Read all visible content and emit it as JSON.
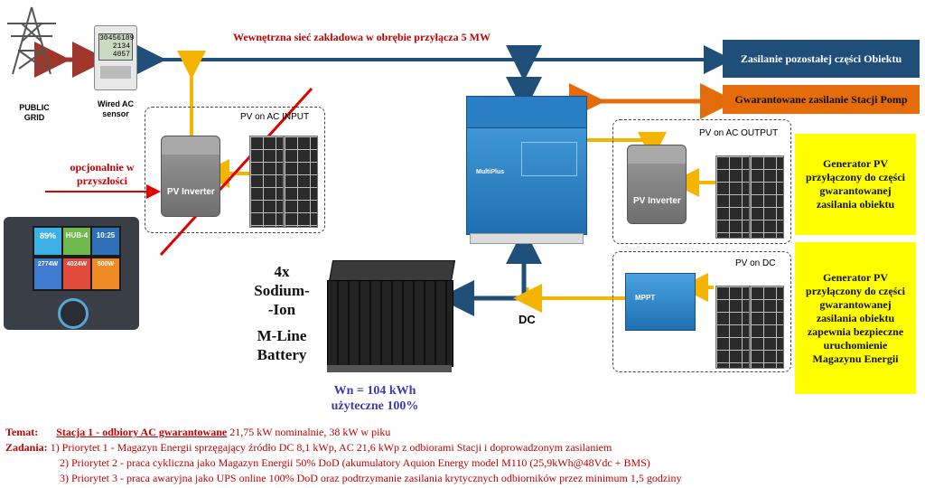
{
  "labels": {
    "public_grid": "PUBLIC GRID",
    "wired_ac_sensor": "Wired AC sensor",
    "meter_line1": "30456189",
    "meter_line2": "2134",
    "meter_line3": "4057",
    "internal_network": "Wewnętrzna sieć zakładowa w obrębie przyłącza 5 MW",
    "pv_ac_input": "PV on AC INPUT",
    "pv_ac_output": "PV on AC OUTPUT",
    "pv_dc": "PV on DC",
    "pv_inverter_left": "PV Inverter",
    "pv_inverter_right": "PV Inverter",
    "optional_future": "opcjonalnie w przyszłości",
    "dc": "DC",
    "multiplus_label": "MultiPlus",
    "mppt_label": "MPPT",
    "gx_tile1": "89%",
    "gx_tile2": "HUB-4",
    "gx_tile3": "10:25",
    "gx_tile4": "2774W",
    "gx_tile5": "4024W",
    "gx_tile6": "500W",
    "battery_line1": "4x",
    "battery_line2": "Sodium-",
    "battery_line3": "-Ion",
    "battery_line4": "M-Line",
    "battery_line5": "Battery",
    "wn_line1": "Wn = 104 kWh",
    "wn_line2": "użyteczne 100%"
  },
  "boxes": {
    "blue": "Zasilanie pozostałej części Obiektu",
    "orange": "Gwarantowane zasilanie Stacji Pomp",
    "yellow1": "Generator PV przyłączony do części gwarantowanej zasilania obiektu",
    "yellow2": "Generator PV przyłączony do części gwarantowanej zasilania obiektu zapewnia bezpieczne uruchomienie Magazynu Energii"
  },
  "footer": {
    "temat_label": "Temat:",
    "temat_title": "Stacja 1 - odbiory AC gwarantowane",
    "temat_rest": " 21,75 kW nominalnie, 38 kW w piku",
    "zadania_label": "Zadania:",
    "task1": "1) Priorytet 1 - Magazyn Energii sprzęgający źródło DC 8,1 kWp, AC 21,6 kWp z odbiorami Stacji i doprowadzonym zasilaniem",
    "task2": "2) Priorytet 2 - praca cykliczna jako Magazyn Energii 50% DoD (akumulatory Aquion Energy model M110 (25,9kWh@48Vdc + BMS)",
    "task3": "3) Priorytet 3 - praca awaryjna jako UPS online 100% DoD oraz podtrzymanie zasilania krytycznych odbiorników przez minimum 1,5 godziny"
  },
  "colors": {
    "blue_line": "#1f4e79",
    "orange_line": "#e46c0a",
    "yellow_line": "#f5b400",
    "red_text": "#c00000",
    "battery_text": "#3a3ab0"
  }
}
